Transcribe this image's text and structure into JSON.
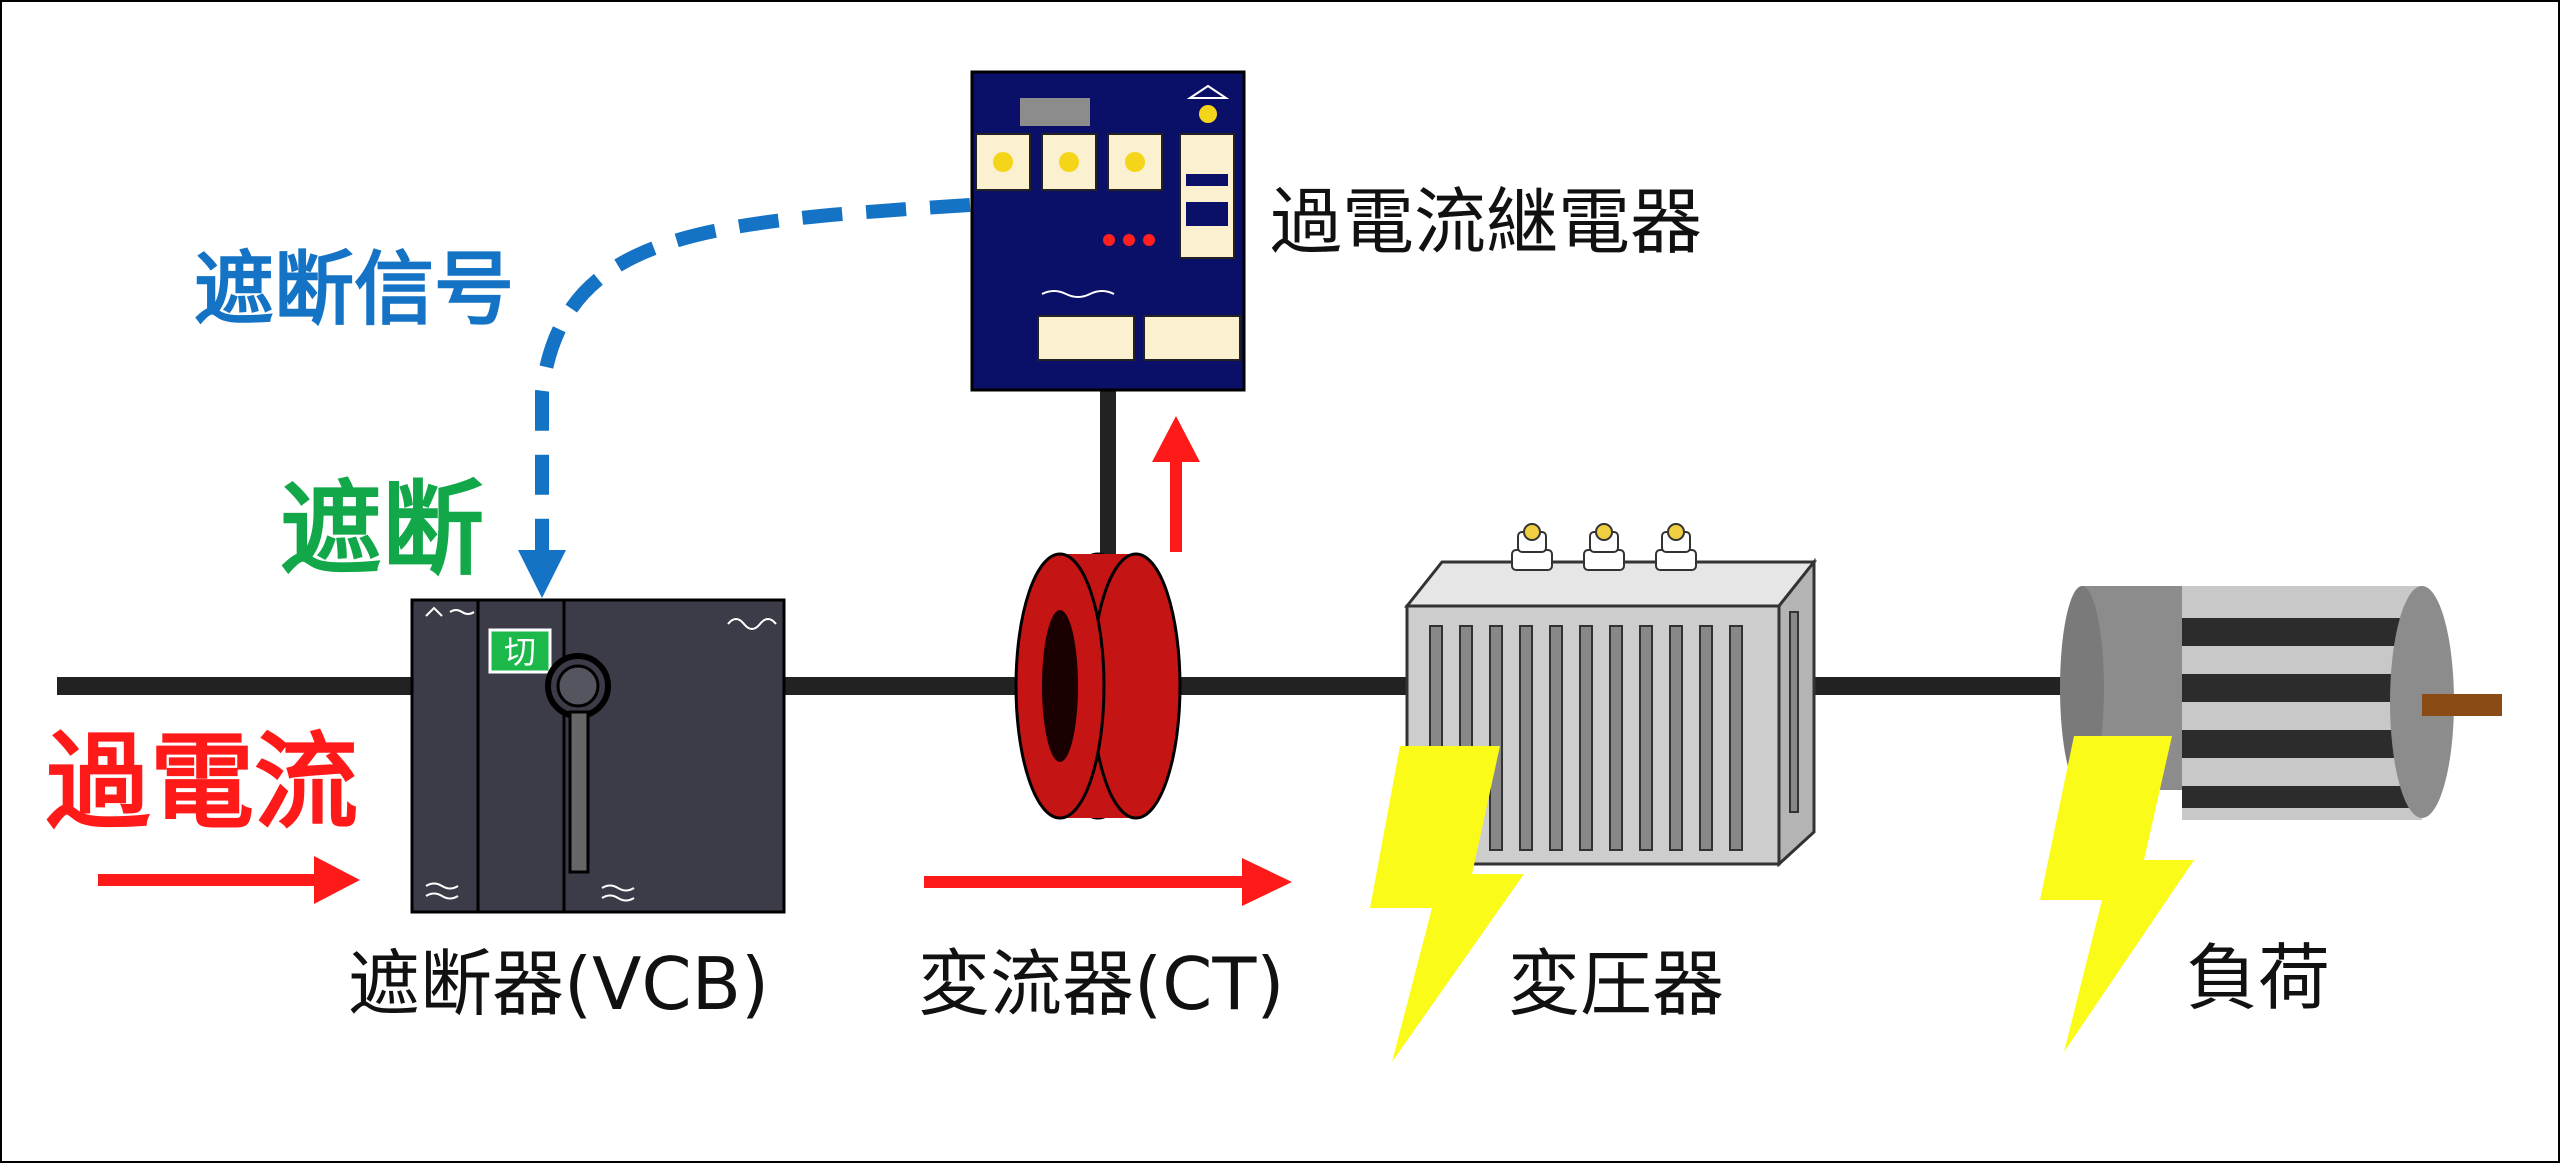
{
  "colors": {
    "line": "#222222",
    "overcurrent": "#ff1a1a",
    "trip_signal": "#1473c4",
    "trip": "#12a84a",
    "lightning": "#fbfb1a",
    "relay_panel": "#0a0f68",
    "ct_core": "#c41414",
    "vcb_body": "#3c3c48",
    "transformer": "#c8c8c8",
    "motor": "#8c8c8c"
  },
  "labels": {
    "overcurrent": "過電流",
    "trip_signal": "遮断信号",
    "trip": "遮断",
    "relay": "過電流継電器",
    "vcb": "遮断器(VCB)",
    "ct": "変流器(CT)",
    "transformer": "変圧器",
    "load": "負荷"
  },
  "vcb_panel": {
    "switch_text": "切"
  },
  "icons": {
    "ocr": "overcurrent-relay-icon",
    "vcb": "vacuum-circuit-breaker-icon",
    "ct": "current-transformer-icon",
    "transformer": "transformer-icon",
    "motor": "motor-icon",
    "lightning": "lightning-icon"
  }
}
